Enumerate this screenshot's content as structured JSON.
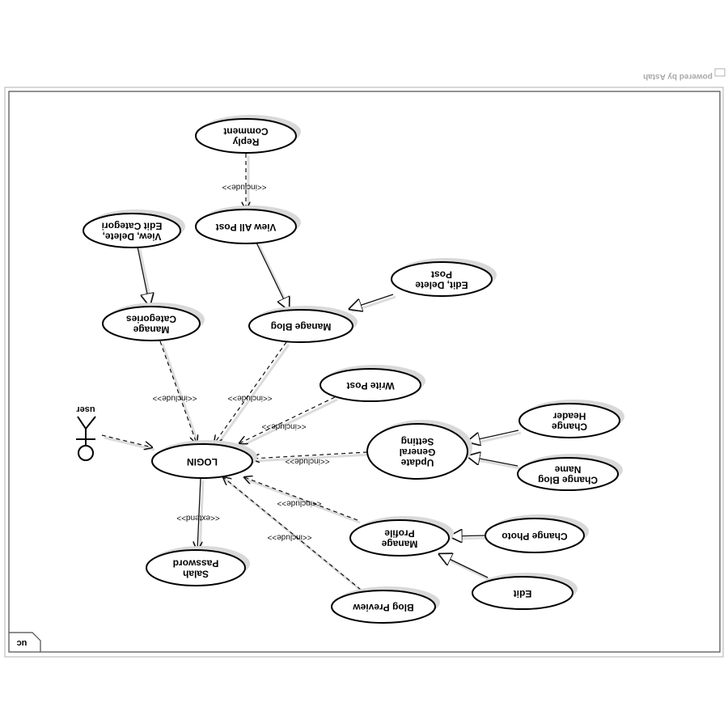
{
  "watermark": "powered by Astah",
  "frame_label": "uc",
  "actor": {
    "name": "user"
  },
  "use_cases": {
    "reply_comment": [
      "Reply",
      "Comment"
    ],
    "view_all_post": [
      "View All Post"
    ],
    "view_delete_edit_category": [
      "View, Delete,",
      "Edit Categori"
    ],
    "edit_delete_post": [
      "Edit, Delete",
      "Post"
    ],
    "manage_categories": [
      "Manage",
      "Categories"
    ],
    "manage_blog": [
      "Manage Blog"
    ],
    "write_post": [
      "Write Post"
    ],
    "change_header": [
      "Change",
      "Header"
    ],
    "update_general_setting": [
      "Update",
      "General",
      "Setting"
    ],
    "change_blog_name": [
      "Change Blog",
      "Name"
    ],
    "login": [
      "LOGIN"
    ],
    "manage_profile": [
      "Manage",
      "Profile"
    ],
    "change_photo": [
      "Change Photo"
    ],
    "salah_password": [
      "Salah",
      "Password"
    ],
    "edit": [
      "Edit"
    ],
    "blog_preview": [
      "Blog Preview"
    ]
  },
  "relationship_labels": {
    "include": "<<include>>",
    "extend": "<<extend>>"
  },
  "colors": {
    "line": "#111111",
    "shadow": "#d9d9d9",
    "frame": "#4a4a4a"
  }
}
